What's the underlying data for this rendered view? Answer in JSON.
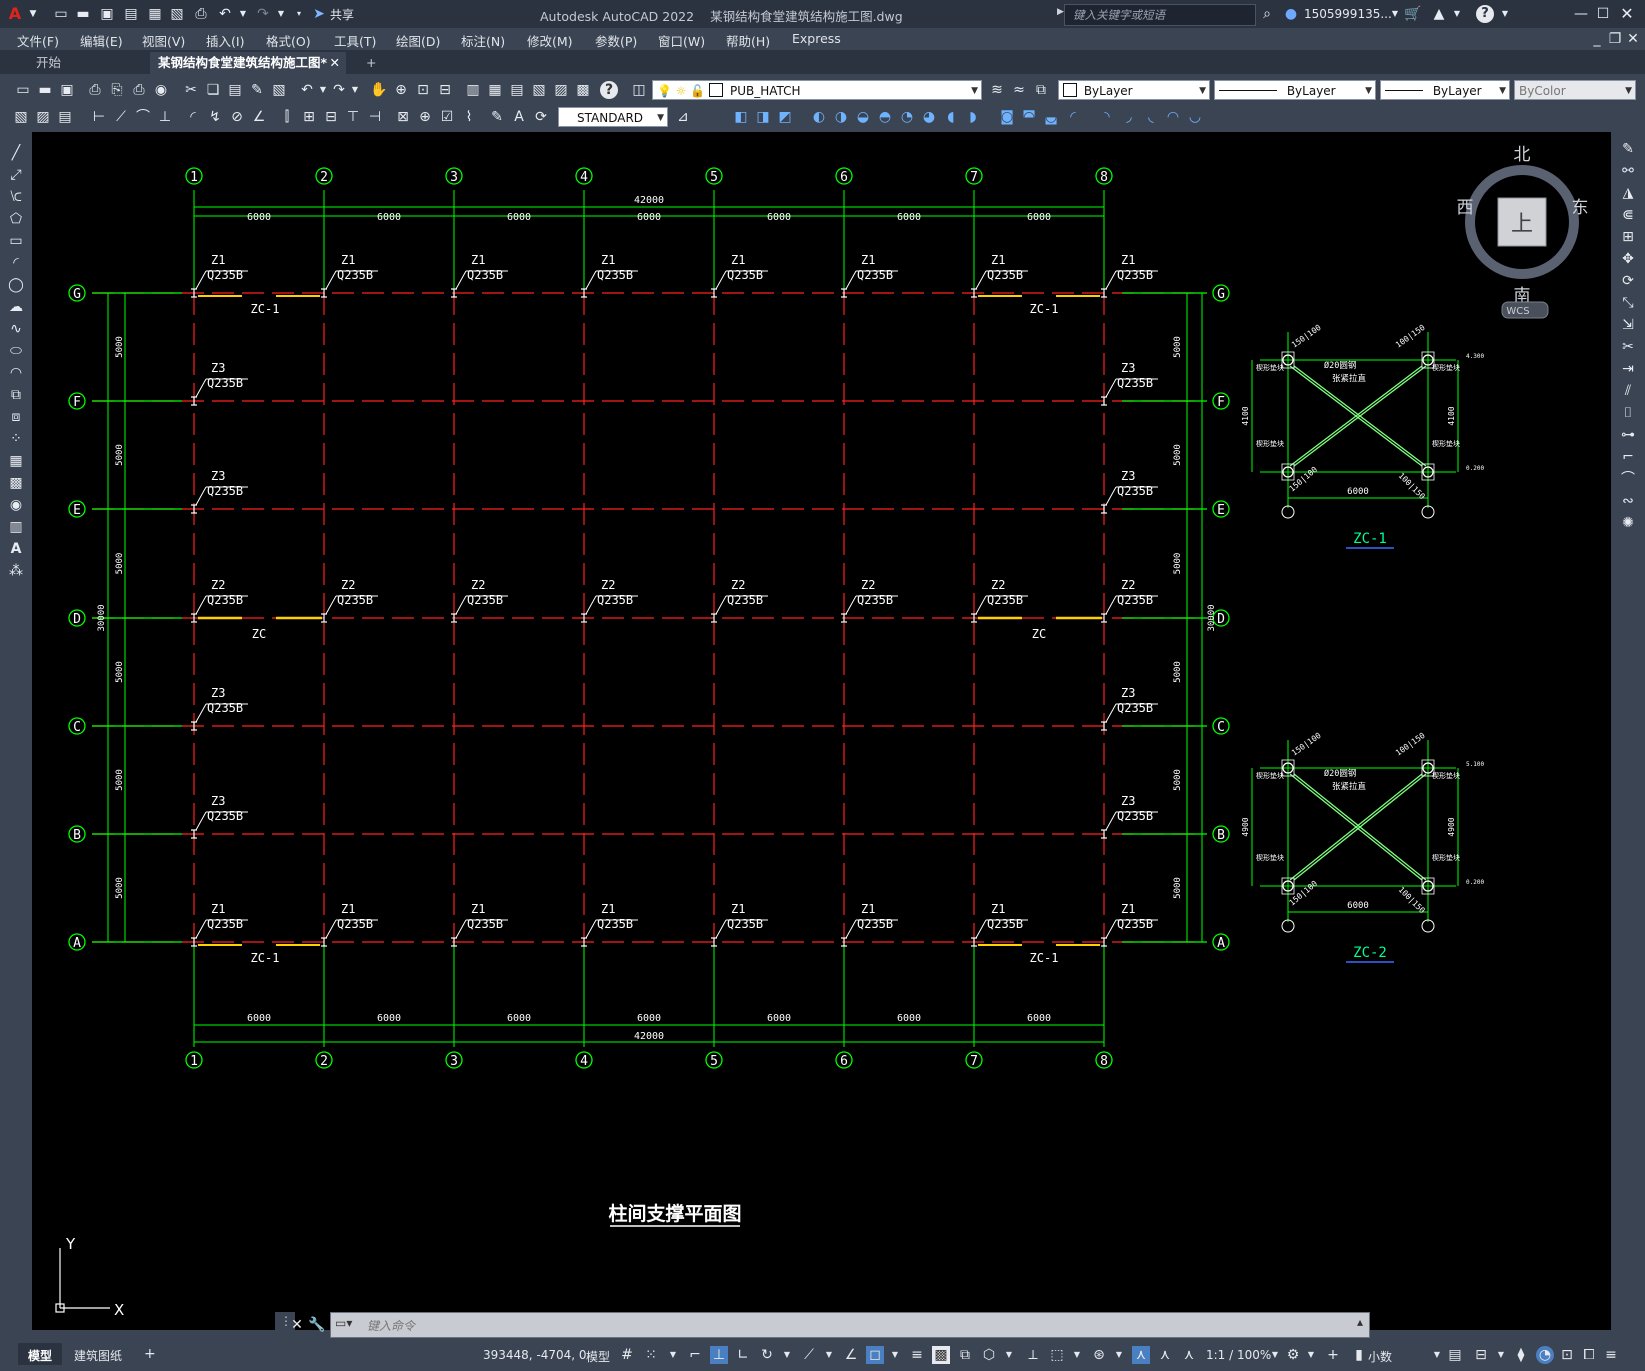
{
  "app": {
    "title": "Autodesk AutoCAD 2022",
    "file": "某钢结构食堂建筑结构施工图.dwg",
    "share_label": "共享",
    "search_placeholder": "键入关键字或短语",
    "user": "1505999135...",
    "help_icon": "question-icon"
  },
  "menu": [
    "文件(F)",
    "编辑(E)",
    "视图(V)",
    "插入(I)",
    "格式(O)",
    "工具(T)",
    "绘图(D)",
    "标注(N)",
    "修改(M)",
    "参数(P)",
    "窗口(W)",
    "帮助(H)",
    "Express"
  ],
  "tabs": {
    "start": "开始",
    "active": "某钢结构食堂建筑结构施工图*",
    "add": "+"
  },
  "toolbar": {
    "layer": "PUB_HATCH",
    "color": "ByLayer",
    "linetype": "ByLayer",
    "lineweight": "ByLayer",
    "plotstyle": "ByColor",
    "textstyle": "STANDARD"
  },
  "drawing": {
    "title": "柱间支撑平面图",
    "col_labels": [
      "1",
      "2",
      "3",
      "4",
      "5",
      "6",
      "7",
      "8"
    ],
    "row_labels": [
      "G",
      "F",
      "E",
      "D",
      "C",
      "B",
      "A"
    ],
    "bay_dim": "6000",
    "total_x": "42000",
    "row_dim": "5000",
    "total_y": "30000",
    "z1": "Z1",
    "z2": "Z2",
    "z3": "Z3",
    "steel": "Q235B",
    "zc1": "ZC-1",
    "zc": "ZC",
    "compass": {
      "n": "北",
      "s": "南",
      "e": "东",
      "w": "西",
      "top": "上",
      "wcs": "WCS"
    },
    "ucs_x": "X",
    "ucs_y": "Y"
  },
  "details": {
    "d1": {
      "name": "ZC-1",
      "height": "4100",
      "width": "6000",
      "top_el": "4.300",
      "bot_el": "0.200",
      "rod": "Ø20圆钢",
      "tension": "张紧拉直",
      "plate": "楔形垫块",
      "dims": [
        "150|100",
        "100|150",
        "150|100",
        "100|150"
      ]
    },
    "d2": {
      "name": "ZC-2",
      "height": "4900",
      "width": "6000",
      "top_el": "5.100",
      "bot_el": "0.200",
      "rod": "Ø20圆钢",
      "tension": "张紧拉直",
      "plate": "楔形垫块",
      "dims": [
        "150|100",
        "100|150",
        "150|100",
        "100|150"
      ]
    }
  },
  "command": {
    "placeholder": "键入命令"
  },
  "status": {
    "tabs": [
      "模型",
      "建筑图纸",
      "+"
    ],
    "coords": "393448, -4704, 0",
    "mode": "模型",
    "scale": "1:1 / 100%",
    "units": "小数"
  },
  "colors": {
    "grid_green": "#00ff00",
    "axis_red": "#ff2020",
    "brace_yellow": "#ffd000",
    "white": "#ffffff",
    "bg": "#000000"
  }
}
